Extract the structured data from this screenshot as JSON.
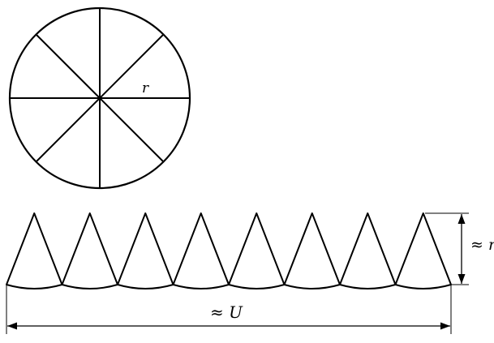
{
  "circle": {
    "sector_count": 8,
    "radius_label": "r"
  },
  "strip": {
    "piece_count": 8,
    "height_label": "≈ r",
    "length_label": "≈ U"
  },
  "colors": {
    "stroke": "#000000",
    "background": "#ffffff"
  }
}
